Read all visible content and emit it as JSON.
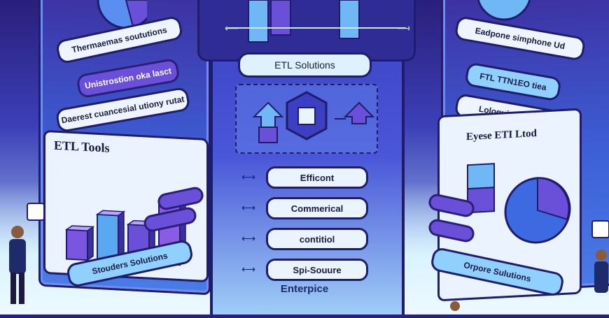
{
  "left_panel": {
    "pills": [
      "Thermaemas soututions",
      "Unistrostion oka lasct",
      "Daerest cuancesial utiony rutat"
    ],
    "chart_card_title": "ETL Tools",
    "bar_heights": [
      0.35,
      0.55,
      0.45,
      0.75
    ],
    "side_tags": [
      "",
      ""
    ],
    "footer_pill": "Stouders Solutions"
  },
  "center_panel": {
    "label": "ETL Solutions",
    "rows": [
      "Efficont",
      "Commerical",
      "contitiol",
      "Spi-Souure"
    ],
    "footer": "Enterpice"
  },
  "right_panel": {
    "pills": [
      "Eadpone simphone Ud",
      "FTL TTN1EO tiea",
      "Lologuio Uoctolion"
    ],
    "card_title": "Eyese ETI Ltod",
    "footer_pill": "Orpore Sulutions"
  },
  "colors": {
    "navy": "#1f1d6b",
    "violet": "#6a4fd8",
    "blue": "#4a7be6",
    "sky": "#8fd0ff"
  }
}
